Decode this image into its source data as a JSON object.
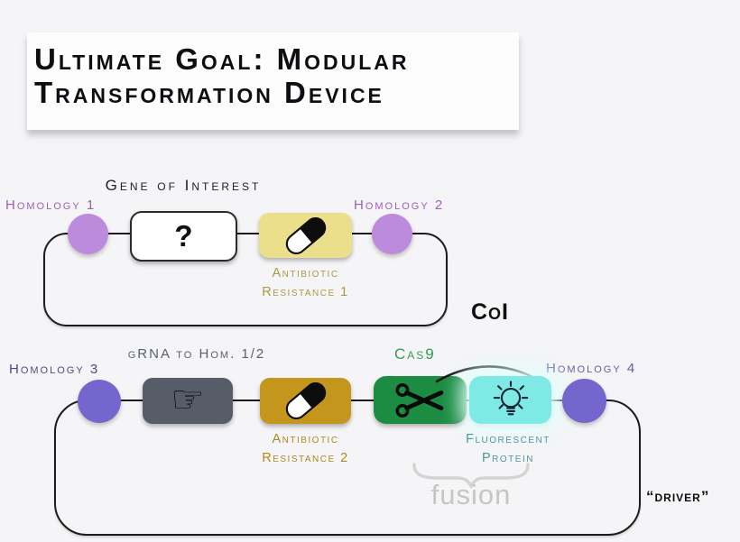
{
  "title": {
    "line1": "Ultimate Goal: Modular",
    "line2": "Transformation Device"
  },
  "coi": {
    "name": "CoI",
    "gene_of_interest": "Gene of Interest",
    "homology1": "Homology 1",
    "homology2": "Homology 2",
    "question": "?",
    "ab1_line1": "Antibiotic",
    "ab1_line2": "Resistance 1"
  },
  "driver": {
    "name": "“driver”",
    "grna": "gRNA to Hom. 1/2",
    "homology3": "Homology 3",
    "homology4": "Homology 4",
    "cas9": "Cas9",
    "ab2_line1": "Antibiotic",
    "ab2_line2": "Resistance 2",
    "fp_line1": "Fluorescent",
    "fp_line2": "Protein",
    "fusion": "fusion",
    "manicule_glyph": "☞"
  },
  "icons": {
    "pill": "pill-capsule-icon",
    "manicule": "pointing-hand-icon",
    "scissors": "scissors-icon",
    "bulb": "light-bulb-icon"
  },
  "colors": {
    "background": "#f5f4f6",
    "line": "#1c1c1c",
    "homology_node_top": "#bd8bdb",
    "homology_node_bottom": "#7566ce",
    "antibiotic1_box": "#ecdf8c",
    "antibiotic2_box": "#c5961c",
    "grna_box": "#575d68",
    "cas9_box": "#1c8c43",
    "fluorescent_box": "#7fe9e5",
    "homology_label_top": "#9c61b7",
    "homology3_label": "#594683",
    "homology4_label": "#6e58a6",
    "antibiotic1_label": "#ac9944",
    "antibiotic2_label": "#aa8a21",
    "cas9_label": "#2f9e50",
    "fluorescent_label": "#4f979b",
    "grna_label": "#596273",
    "fusion_label": "#c6c6c6",
    "title_text": "#0d0d12"
  }
}
